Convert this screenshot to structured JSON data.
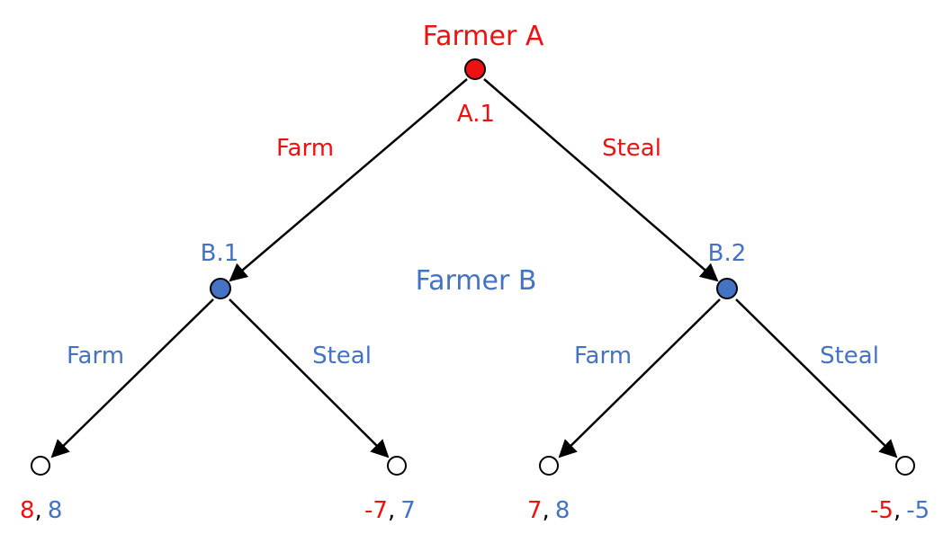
{
  "players": {
    "a": {
      "name": "Farmer A",
      "color": "#ee1111"
    },
    "b": {
      "name": "Farmer B",
      "color": "#4472c4"
    }
  },
  "nodes": {
    "root": {
      "label": "A.1",
      "fill": "#ee1111"
    },
    "b1": {
      "label": "B.1",
      "fill": "#4472c4"
    },
    "b2": {
      "label": "B.2",
      "fill": "#4472c4"
    }
  },
  "actions": {
    "a_farm": "Farm",
    "a_steal": "Steal",
    "b1_farm": "Farm",
    "b1_steal": "Steal",
    "b2_farm": "Farm",
    "b2_steal": "Steal"
  },
  "payoffs": [
    {
      "a": "8",
      "sep": ",",
      "b": "8"
    },
    {
      "a": "-7",
      "sep": ",",
      "b": "7"
    },
    {
      "a": "7",
      "sep": ",",
      "b": "8"
    },
    {
      "a": "-5",
      "sep": ",",
      "b": "-5"
    }
  ]
}
